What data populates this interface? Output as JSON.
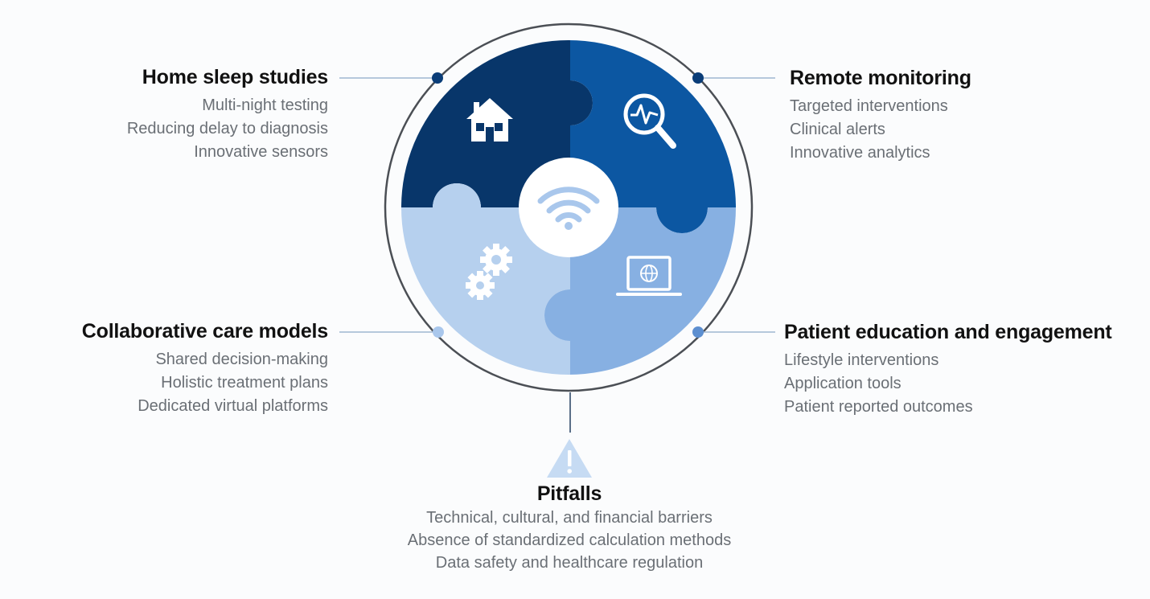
{
  "colors": {
    "top_left": "#08366a",
    "top_right": "#0c57a2",
    "bottom_left": "#b6d0ee",
    "bottom_right": "#87b0e2",
    "center": "#ffffff",
    "wifi": "#a9c7ec",
    "ring": "#4b4f55",
    "connector_dark": "#0a3d78",
    "connector_light": "#a9c7ec",
    "warning": "#c6dbf3"
  },
  "icons": {
    "top_left": "home-icon",
    "top_right": "magnifier-pulse-icon",
    "bottom_left": "gears-icon",
    "bottom_right": "laptop-globe-icon",
    "center": "wifi-icon",
    "pitfalls": "warning-icon"
  },
  "home_sleep": {
    "title": "Home sleep studies",
    "items": [
      "Multi-night testing",
      "Reducing delay to diagnosis",
      "Innovative sensors"
    ]
  },
  "remote_monitoring": {
    "title": "Remote monitoring",
    "items": [
      "Targeted interventions",
      "Clinical alerts",
      "Innovative analytics"
    ]
  },
  "collaborative_care": {
    "title": "Collaborative care models",
    "items": [
      "Shared decision-making",
      "Holistic treatment plans",
      "Dedicated virtual platforms"
    ]
  },
  "patient_education": {
    "title": "Patient education and engagement",
    "items": [
      "Lifestyle interventions",
      "Application tools",
      "Patient reported outcomes"
    ]
  },
  "pitfalls": {
    "title": "Pitfalls",
    "items": [
      "Technical, cultural, and financial barriers",
      "Absence of standardized calculation methods",
      "Data safety and healthcare regulation"
    ]
  }
}
